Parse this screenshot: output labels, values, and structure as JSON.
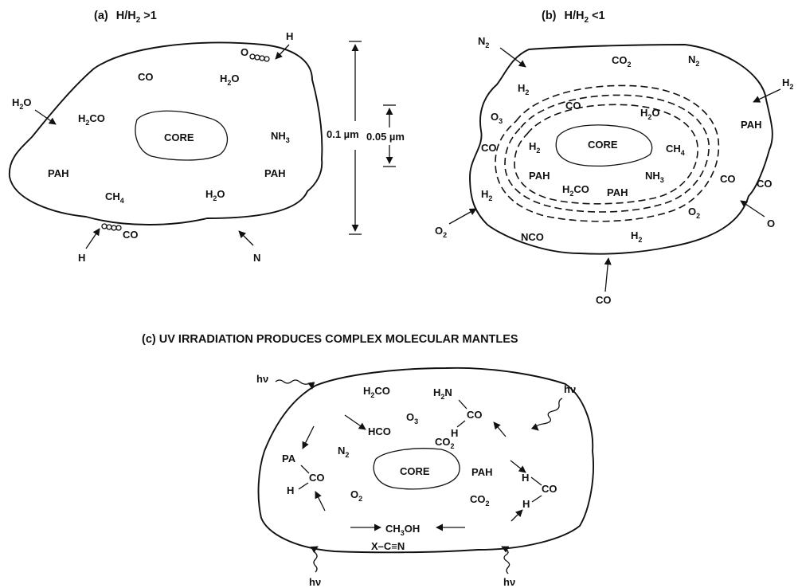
{
  "panel_a": {
    "title_tag": "(a)",
    "title_ratio": "H/H",
    "title_sub": "2",
    "title_rel": " >1",
    "core": "CORE",
    "molecules": {
      "co": "CO",
      "h2o_top": {
        "base": "H",
        "sub": "2",
        "tail": "O"
      },
      "h2o_left": {
        "base": "H",
        "sub": "2",
        "tail": "O"
      },
      "h2co": {
        "base": "H",
        "sub": "2",
        "tail": "CO"
      },
      "nh3": {
        "base": "NH",
        "sub": "3",
        "tail": ""
      },
      "pah_left": "PAH",
      "pah_right": "PAH",
      "ch4": {
        "base": "CH",
        "sub": "4",
        "tail": ""
      },
      "h2o_bottom": {
        "base": "H",
        "sub": "2",
        "tail": "O"
      }
    },
    "labels": {
      "o_top": "O",
      "h_top": "H",
      "h_bottom": "H",
      "co_bottom": "CO",
      "n_bottom": "N"
    }
  },
  "scale": {
    "long": "0.1 µm",
    "short": "0.05 µm"
  },
  "panel_b": {
    "title_tag": "(b)",
    "title_ratio": "H/H",
    "title_sub": "2",
    "title_rel": " <1",
    "core": "CORE",
    "external": {
      "n2": {
        "base": "N",
        "sub": "2",
        "tail": ""
      },
      "h2": {
        "base": "H",
        "sub": "2",
        "tail": ""
      },
      "o2": {
        "base": "O",
        "sub": "2",
        "tail": ""
      },
      "co_right": "CO",
      "o_right": "O",
      "co_bottom": "CO"
    },
    "molecules": {
      "co2": {
        "base": "CO",
        "sub": "2",
        "tail": ""
      },
      "n2": {
        "base": "N",
        "sub": "2",
        "tail": ""
      },
      "h2_top": {
        "base": "H",
        "sub": "2",
        "tail": ""
      },
      "co_top": "CO",
      "h2o": {
        "base": "H",
        "sub": "2",
        "tail": "O"
      },
      "o3": {
        "base": "O",
        "sub": "3",
        "tail": ""
      },
      "co_left": "CO",
      "h2_mid": {
        "base": "H",
        "sub": "2",
        "tail": ""
      },
      "ch4": {
        "base": "CH",
        "sub": "4",
        "tail": ""
      },
      "pah_right": "PAH",
      "pah_mid": "PAH",
      "nh3": {
        "base": "NH",
        "sub": "3",
        "tail": ""
      },
      "h2co": {
        "base": "H",
        "sub": "2",
        "tail": "CO"
      },
      "pah_low": "PAH",
      "co_inner_right": "CO",
      "h2_left": {
        "base": "H",
        "sub": "2",
        "tail": ""
      },
      "o2": {
        "base": "O",
        "sub": "2",
        "tail": ""
      },
      "nco": "NCO",
      "h2_bottom": {
        "base": "H",
        "sub": "2",
        "tail": ""
      }
    }
  },
  "panel_c": {
    "title": "(c)  UV IRRADIATION PRODUCES COMPLEX MOLECULAR MANTLES",
    "core": "CORE",
    "hv": "hν",
    "molecules": {
      "h2co": {
        "base": "H",
        "sub": "2",
        "tail": "CO"
      },
      "h2n": {
        "base": "H",
        "sub": "2",
        "tail": "N"
      },
      "co_amide": "CO",
      "h_amide": "H",
      "hco": "HCO",
      "o3": {
        "base": "O",
        "sub": "3",
        "tail": ""
      },
      "co2_top": {
        "base": "CO",
        "sub": "2",
        "tail": ""
      },
      "pa": "PA",
      "co_left": "CO",
      "h_left": "H",
      "n2": {
        "base": "N",
        "sub": "2",
        "tail": ""
      },
      "pah": "PAH",
      "h_right_top": "H",
      "co_right": "CO",
      "h_right_bottom": "H",
      "o2": {
        "base": "O",
        "sub": "2",
        "tail": ""
      },
      "co2_bottom": {
        "base": "CO",
        "sub": "2",
        "tail": ""
      },
      "ch3oh": {
        "base": "CH",
        "sub": "3",
        "tail": "OH"
      },
      "nitrile": "X–C≡N"
    }
  }
}
